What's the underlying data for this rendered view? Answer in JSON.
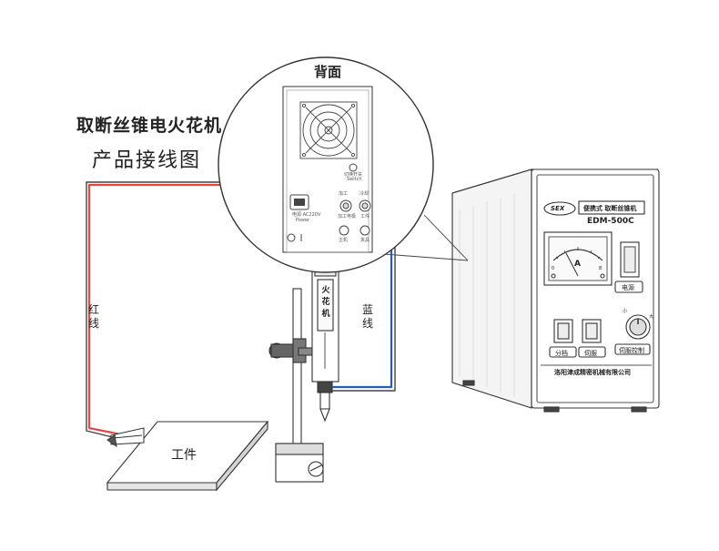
{
  "title": {
    "line1": "取断丝锥电火花机",
    "line2": "产品接线图"
  },
  "back_view": {
    "label": "背面",
    "power_label": "电源 AC220V",
    "power_sub": "Power",
    "switch_label": "切换开关",
    "switch_sub": "Switch",
    "port1_label": "加工",
    "port2_label": "冷却",
    "port3_label": "加工电极",
    "port4_label": "工件",
    "port5_label": "主机",
    "port6_label": "夹具"
  },
  "wires": {
    "red": {
      "label": "红线",
      "color": "#e04a3f"
    },
    "blue": {
      "label": "蓝线",
      "color": "#2f58b5"
    }
  },
  "workpiece": {
    "label": "工件"
  },
  "spark_head": {
    "label": "火花机"
  },
  "machine": {
    "brand": "SEX",
    "name": "便携式 取断丝锥机",
    "model": "EDM-500C",
    "meter_unit": "A",
    "meter_left": "0",
    "meter_right": "8",
    "power_switch": "电源",
    "knob_low": "小",
    "knob_high": "大",
    "btn1": "分档",
    "btn2": "伺服",
    "btn3": "伺服控制",
    "company": "洛阳津成精密机械有限公司"
  }
}
